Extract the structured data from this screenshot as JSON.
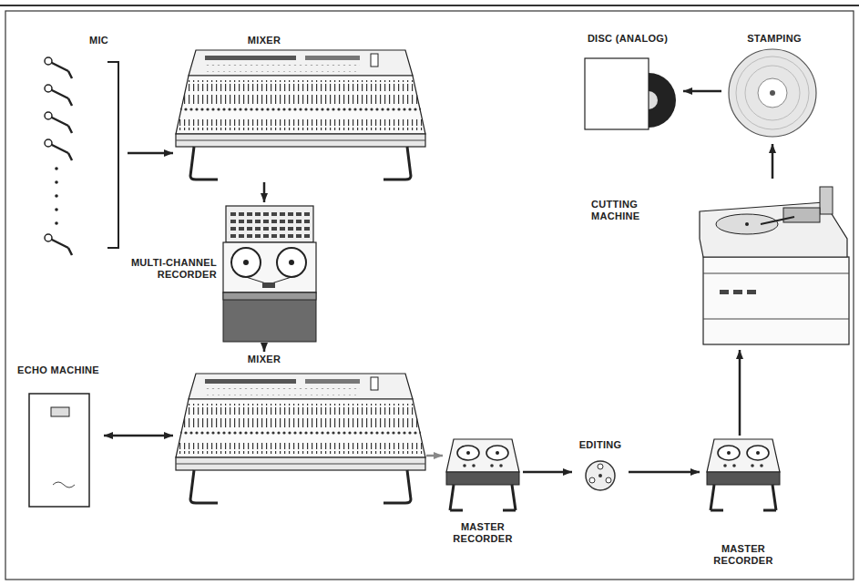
{
  "diagram": {
    "nodes": [
      {
        "text": [
          "MIC"
        ]
      },
      {
        "text": [
          "MIXER"
        ]
      },
      {
        "text": [
          "MULTI-CHANNEL RECORDER"
        ]
      },
      {
        "text": [
          "ECHO MACHINE"
        ]
      },
      {
        "text": [
          "MIXER"
        ]
      },
      {
        "text": [
          "MASTER RECORDER"
        ]
      },
      {
        "text": [
          "EDITING"
        ]
      },
      {
        "text": [
          "MASTER RECORDER"
        ]
      },
      {
        "text": [
          "CUTTING MACHINE"
        ]
      },
      {
        "text": [
          "STAMPING"
        ]
      },
      {
        "text": [
          "DISC (ANALOG)"
        ]
      }
    ],
    "edges": [
      {
        "from": 0,
        "to": 1,
        "arrow": "to"
      },
      {
        "from": 1,
        "to": 2,
        "arrow": "to"
      },
      {
        "from": 2,
        "to": 4,
        "arrow": "to"
      },
      {
        "from": 3,
        "to": 4,
        "arrow": "both"
      },
      {
        "from": 4,
        "to": 5,
        "arrow": "to"
      },
      {
        "from": 5,
        "to": 6,
        "arrow": "to"
      },
      {
        "from": 6,
        "to": 7,
        "arrow": "to"
      },
      {
        "from": 7,
        "to": 8,
        "arrow": "to"
      },
      {
        "from": 8,
        "to": 9,
        "arrow": "to"
      },
      {
        "from": 9,
        "to": 10,
        "arrow": "to"
      }
    ]
  }
}
